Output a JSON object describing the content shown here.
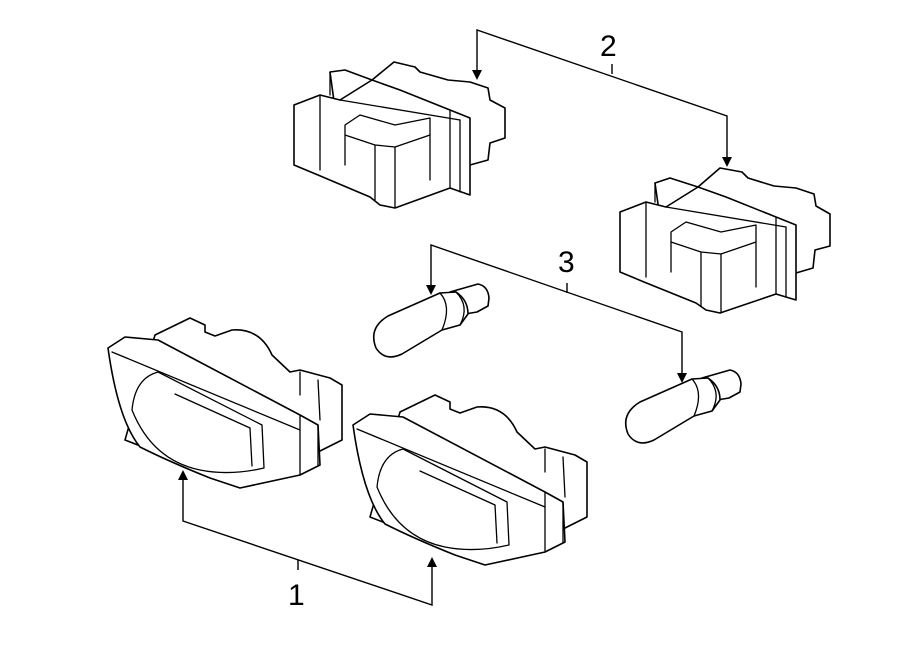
{
  "callouts": {
    "lamp_assembly": "1",
    "socket": "2",
    "bulb": "3"
  },
  "colors": {
    "line": "#000000",
    "background": "#ffffff"
  }
}
